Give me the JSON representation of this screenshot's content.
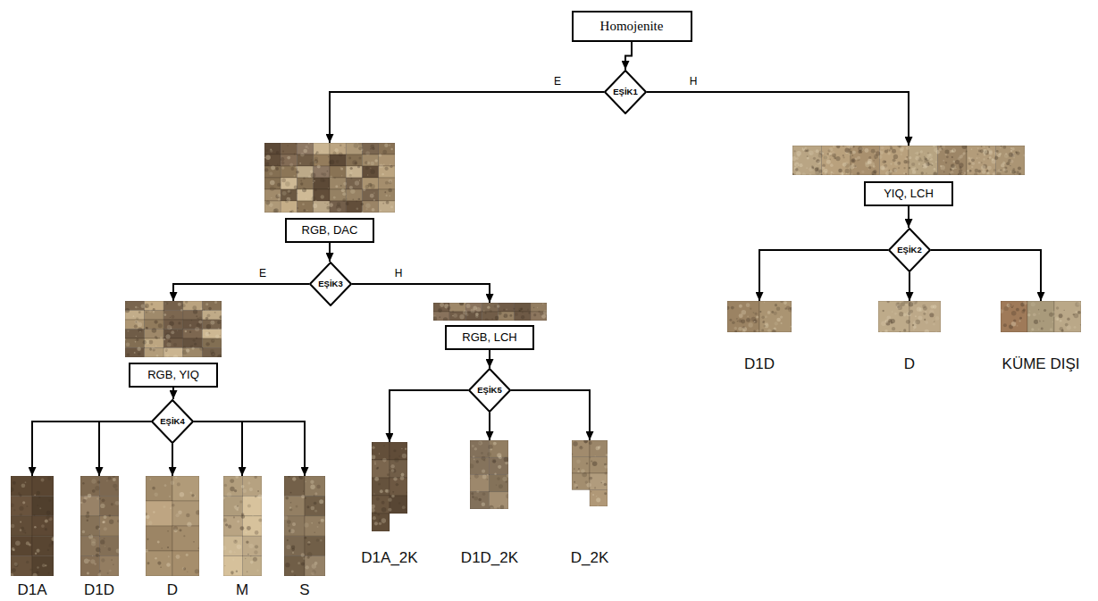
{
  "diagram": {
    "nodes": [
      {
        "text": [
          "Homojenite"
        ]
      },
      {
        "text": [
          "EŞİK1"
        ]
      },
      {
        "text": [
          "RGB, DAC"
        ]
      },
      {
        "text": [
          "YIQ, LCH"
        ]
      },
      {
        "text": [
          "EŞİK3"
        ]
      },
      {
        "text": [
          "EŞİK2"
        ]
      },
      {
        "text": [
          "RGB, YIQ"
        ]
      },
      {
        "text": [
          "RGB, LCH"
        ]
      },
      {
        "text": [
          "D1D"
        ]
      },
      {
        "text": [
          "D"
        ]
      },
      {
        "text": [
          "KÜME DIŞI"
        ]
      },
      {
        "text": [
          "EŞİK4"
        ]
      },
      {
        "text": [
          "EŞİK5"
        ]
      },
      {
        "text": [
          "D1A"
        ]
      },
      {
        "text": [
          "D1D"
        ]
      },
      {
        "text": [
          "D"
        ]
      },
      {
        "text": [
          "M"
        ]
      },
      {
        "text": [
          "S"
        ]
      },
      {
        "text": [
          "D1A_2K"
        ]
      },
      {
        "text": [
          "D1D_2K"
        ]
      },
      {
        "text": [
          "D_2K"
        ]
      }
    ],
    "edges": [
      {
        "from": 0,
        "to": 1,
        "arrow": "to"
      },
      {
        "from": 1,
        "to": 2,
        "label": "E",
        "arrow": "to"
      },
      {
        "from": 1,
        "to": 3,
        "label": "H",
        "arrow": "to"
      },
      {
        "from": 2,
        "to": 4,
        "arrow": "to"
      },
      {
        "from": 3,
        "to": 5,
        "arrow": "to"
      },
      {
        "from": 4,
        "to": 6,
        "label": "E",
        "arrow": "to"
      },
      {
        "from": 4,
        "to": 7,
        "label": "H",
        "arrow": "to"
      },
      {
        "from": 5,
        "to": 8,
        "arrow": "to"
      },
      {
        "from": 5,
        "to": 9,
        "arrow": "to"
      },
      {
        "from": 5,
        "to": 10,
        "arrow": "to"
      },
      {
        "from": 6,
        "to": 11,
        "arrow": "to"
      },
      {
        "from": 7,
        "to": 12,
        "arrow": "to"
      },
      {
        "from": 11,
        "to": 13,
        "arrow": "to"
      },
      {
        "from": 11,
        "to": 14,
        "arrow": "to"
      },
      {
        "from": 11,
        "to": 15,
        "arrow": "to"
      },
      {
        "from": 11,
        "to": 16,
        "arrow": "to"
      },
      {
        "from": 11,
        "to": 17,
        "arrow": "to"
      },
      {
        "from": 12,
        "to": 18,
        "arrow": "to"
      },
      {
        "from": 12,
        "to": 19,
        "arrow": "to"
      },
      {
        "from": 12,
        "to": 20,
        "arrow": "to"
      }
    ]
  }
}
